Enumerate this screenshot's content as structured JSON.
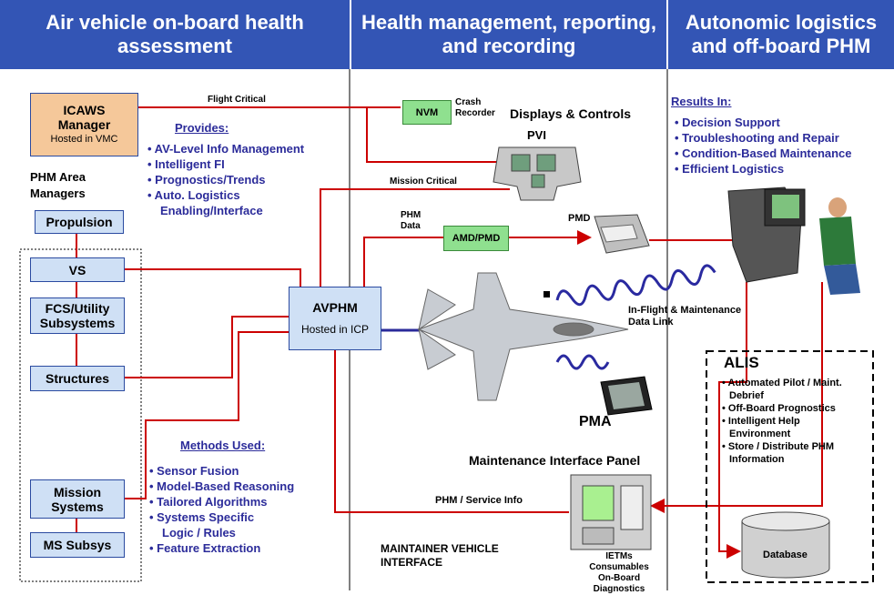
{
  "headers": {
    "left": "Air vehicle on-board health assessment",
    "middle": "Health management, reporting, and recording",
    "right": "Autonomic logistics and off-board PHM"
  },
  "icaws": {
    "line1": "ICAWS",
    "line2": "Manager",
    "hosted": "Hosted in VMC"
  },
  "phm_area_managers": "PHM Area Managers",
  "subsystems": [
    "Propulsion",
    "VS",
    "FCS/Utility Subsystems",
    "Structures",
    "Mission Systems",
    "MS Subsys"
  ],
  "avphm": {
    "title": "AVPHM",
    "hosted": "Hosted in ICP"
  },
  "provides": {
    "title": "Provides:",
    "items": [
      "• AV-Level Info Management",
      "• Intelligent FI",
      "• Prognostics/Trends",
      "• Auto. Logistics",
      "Enabling/Interface"
    ]
  },
  "methods": {
    "title": "Methods Used:",
    "items": [
      "• Sensor Fusion",
      "• Model-Based Reasoning",
      "• Tailored Algorithms",
      "• Systems Specific",
      "Logic / Rules",
      "• Feature Extraction"
    ]
  },
  "links": {
    "flight_critical": "Flight Critical",
    "mission_critical": "Mission Critical",
    "phm_data": "PHM Data",
    "phm_service": "PHM / Service Info",
    "datalink": "In-Flight & Maintenance Data Link"
  },
  "nvm": "NVM",
  "crash_recorder": "Crash Recorder",
  "displays_controls": "Displays & Controls",
  "pvi": "PVI",
  "amd_pmd": "AMD/PMD",
  "pmd": "PMD",
  "pma": "PMA",
  "mip": "Maintenance Interface Panel",
  "maintainer_interface": "MAINTAINER VEHICLE INTERFACE",
  "ietms": [
    "IETMs",
    "Consumables",
    "On-Board Diagnostics"
  ],
  "results": {
    "title": "Results In:",
    "items": [
      "• Decision Support",
      "• Troubleshooting and Repair",
      "• Condition-Based Maintenance",
      "• Efficient Logistics"
    ]
  },
  "alis": {
    "title": "ALIS",
    "items": [
      "• Automated Pilot / Maint.",
      "Debrief",
      "• Off-Board Prognostics",
      "• Intelligent Help",
      "Environment",
      "• Store / Distribute PHM",
      "Information"
    ]
  },
  "database": "Database",
  "colors": {
    "header": "#3355b5",
    "box": "#cfe0f5",
    "icaws": "#f5c89a",
    "line": "#cc0000",
    "arrow": "#2a2a9a",
    "green": "#8fe08f"
  }
}
